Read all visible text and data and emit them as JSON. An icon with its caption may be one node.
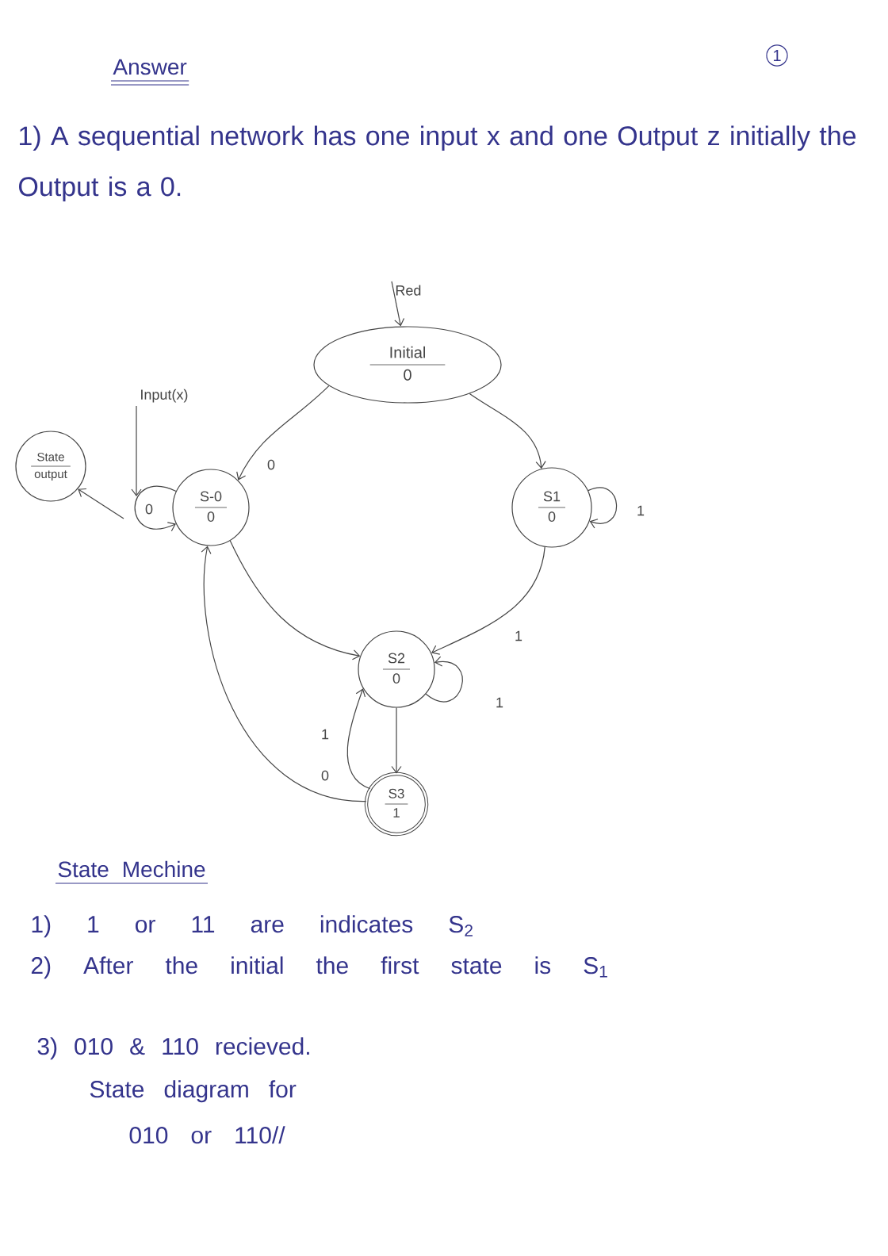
{
  "diagram": {
    "title": "Answer",
    "nodes": [
      {
        "text": [
          "Red"
        ]
      },
      {
        "text": [
          "Initial",
          "0"
        ]
      },
      {
        "text": [
          "Input(x)"
        ]
      },
      {
        "text": [
          "State",
          "output"
        ]
      },
      {
        "text": [
          "S-0",
          "0"
        ]
      },
      {
        "text": [
          "S1",
          "0"
        ]
      },
      {
        "text": [
          "S2",
          "0"
        ]
      },
      {
        "text": [
          "S3",
          "1"
        ]
      }
    ],
    "edges": [
      {
        "from": 0,
        "to": 1,
        "arrow": "to"
      },
      {
        "from": 1,
        "to": 4,
        "arrow": "to",
        "label": "0"
      },
      {
        "from": 1,
        "to": 5,
        "arrow": "to"
      },
      {
        "from": 5,
        "to": 5,
        "arrow": "to",
        "label": "1"
      },
      {
        "from": 4,
        "to": 4,
        "arrow": "to",
        "label": "0"
      },
      {
        "from": 2,
        "to": null,
        "arrow": "to"
      },
      {
        "from": null,
        "to": 3,
        "arrow": "to"
      },
      {
        "from": 4,
        "to": 6,
        "arrow": "to"
      },
      {
        "from": 5,
        "to": 6,
        "arrow": "to",
        "label": "1"
      },
      {
        "from": 6,
        "to": 6,
        "arrow": "to",
        "label": "1"
      },
      {
        "from": 6,
        "to": 7,
        "arrow": "to"
      },
      {
        "from": 7,
        "to": 6,
        "arrow": "to",
        "label": "1"
      },
      {
        "from": 7,
        "to": 4,
        "arrow": "to",
        "label": "0"
      }
    ],
    "labels": [
      "1",
      "1) A sequential network has one input x and one Output z initially the Output is a 0.",
      "State Mechine",
      "1) 1 or 11 are indicates S$_{2}$",
      "2) After the initial the first state is S$_{1}$",
      "3) 010 & 110 recieved.",
      "State diagram for",
      "010 or 110//"
    ]
  }
}
